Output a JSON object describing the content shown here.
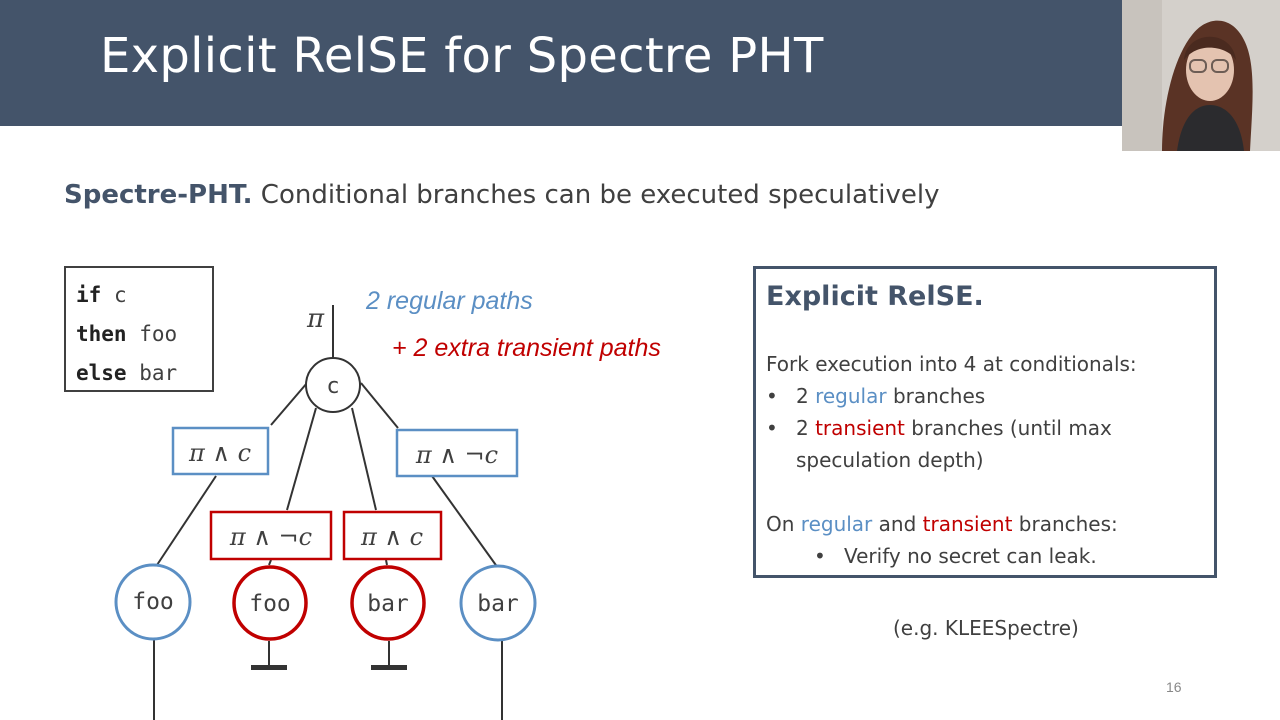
{
  "slide": {
    "title": "Explicit RelSE for Spectre PHT",
    "subtitle_bold": "Spectre-PHT.",
    "subtitle_rest": " Conditional branches can be executed speculatively",
    "page_number": "16"
  },
  "code": {
    "lines": [
      {
        "keyword": "if",
        "value": " c"
      },
      {
        "keyword": "then",
        "value": " foo"
      },
      {
        "keyword": "else",
        "value": " bar"
      }
    ]
  },
  "diagram": {
    "pi_label": "π",
    "root_label": "c",
    "regular_paths_text": "2 regular paths",
    "transient_paths_text": "+ 2 extra transient paths",
    "constraints": {
      "left_regular": "π ∧ c",
      "right_regular": "π ∧ ¬c",
      "left_transient": "π ∧ ¬c",
      "right_transient": "π ∧ c"
    },
    "leaves": [
      "foo",
      "foo",
      "bar",
      "bar"
    ],
    "colors": {
      "regular": "#5b8fc4",
      "transient": "#c00000",
      "line": "#333333"
    }
  },
  "info": {
    "title": "Explicit RelSE.",
    "intro": "Fork execution into 4 at conditionals:",
    "bullets": [
      {
        "mark": "•",
        "pre": "2 ",
        "colored": "regular",
        "post": " branches",
        "color": "blue"
      },
      {
        "mark": "•",
        "pre": "2 ",
        "colored": "transient",
        "post": " branches (until max speculation depth)",
        "color": "red"
      }
    ],
    "on_prefix": "On ",
    "on_regular": "regular",
    "on_and": " and ",
    "on_transient": "transient",
    "on_suffix": " branches:",
    "sub_bullet": "Verify no secret can leak."
  },
  "footnote": "(e.g. KLEESpectre)"
}
